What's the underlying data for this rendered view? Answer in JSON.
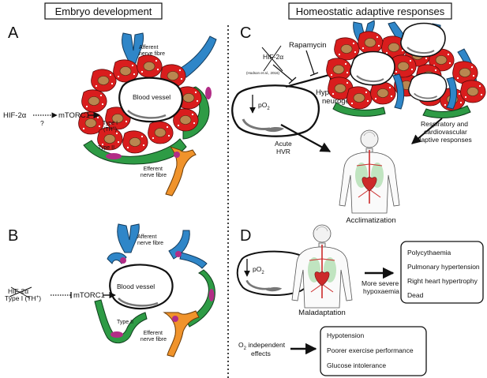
{
  "headers": {
    "left": "Embryo development",
    "right": "Homeostatic adaptive responses"
  },
  "panels": {
    "a": "A",
    "b": "B",
    "c": "C",
    "d": "D"
  },
  "panel_a": {
    "afferent_line1": "Afferent",
    "afferent_line2": "nerve fibre",
    "blood_vessel": "Blood vessel",
    "type1_line1": "Type I",
    "type1_line2": "(TH",
    "type1_sup": "+",
    "type1_close": ")",
    "type2": "Type II",
    "efferent_line1": "Efferent",
    "efferent_line2": "nerve fibre",
    "hif_main": "HIF-2",
    "alpha": "α",
    "question": "?",
    "mtorc1": "mTORC1"
  },
  "panel_b": {
    "afferent_line1": "Afferent",
    "afferent_line2": "nerve fibre",
    "blood_vessel": "Blood vessel",
    "hif_main": "HIF-2",
    "alpha": "α",
    "type1_line": "Type I (TH",
    "type1_sup": "+",
    "type1_close": ")",
    "mtorc1": "mTORC1",
    "type2": "Type II",
    "efferent_line1": "Efferent",
    "efferent_line2": "nerve fibre"
  },
  "panel_c": {
    "rapamycin": "Rapamycin",
    "hif_main": "HIF-2",
    "alpha": "α",
    "citation": "(Hodson et al., 2016)",
    "po2_p": "pO",
    "po2_sub": "2",
    "hypoxia_line1": "Hypoxia-induced",
    "hypoxia_line2": "neurogenesis",
    "resp_line1": "Respiratory and",
    "resp_line2": "cardiovascular",
    "resp_line3": "adaptive responses",
    "acute_line1": "Acute",
    "acute_line2": "HVR",
    "acclimatization": "Acclimatization"
  },
  "panel_d": {
    "po2_p": "pO",
    "po2_sub": "2",
    "maladaptation": "Maladaptation",
    "severe_line1": "More severe",
    "severe_line2": "hypoxaemia",
    "outcomes": [
      "Polycythaemia",
      "Pulmonary hypertension",
      "Right heart hypertrophy",
      "Dead"
    ],
    "o2_o": "O",
    "o2_sub": "2",
    "o2_rest": " independent",
    "o2_line2": "effects",
    "effects": [
      "Hypotension",
      "Poorer exercise performance",
      "Glucose intolerance"
    ]
  },
  "colors": {
    "type1_cell": "#d91d1d",
    "type2_cell": "#2e9b45",
    "afferent_nerve": "#2f86c8",
    "efferent_nerve": "#f0932b",
    "nucleus": "#b98650",
    "lung": "#8fd18f",
    "heart": "#cc2a2a"
  }
}
